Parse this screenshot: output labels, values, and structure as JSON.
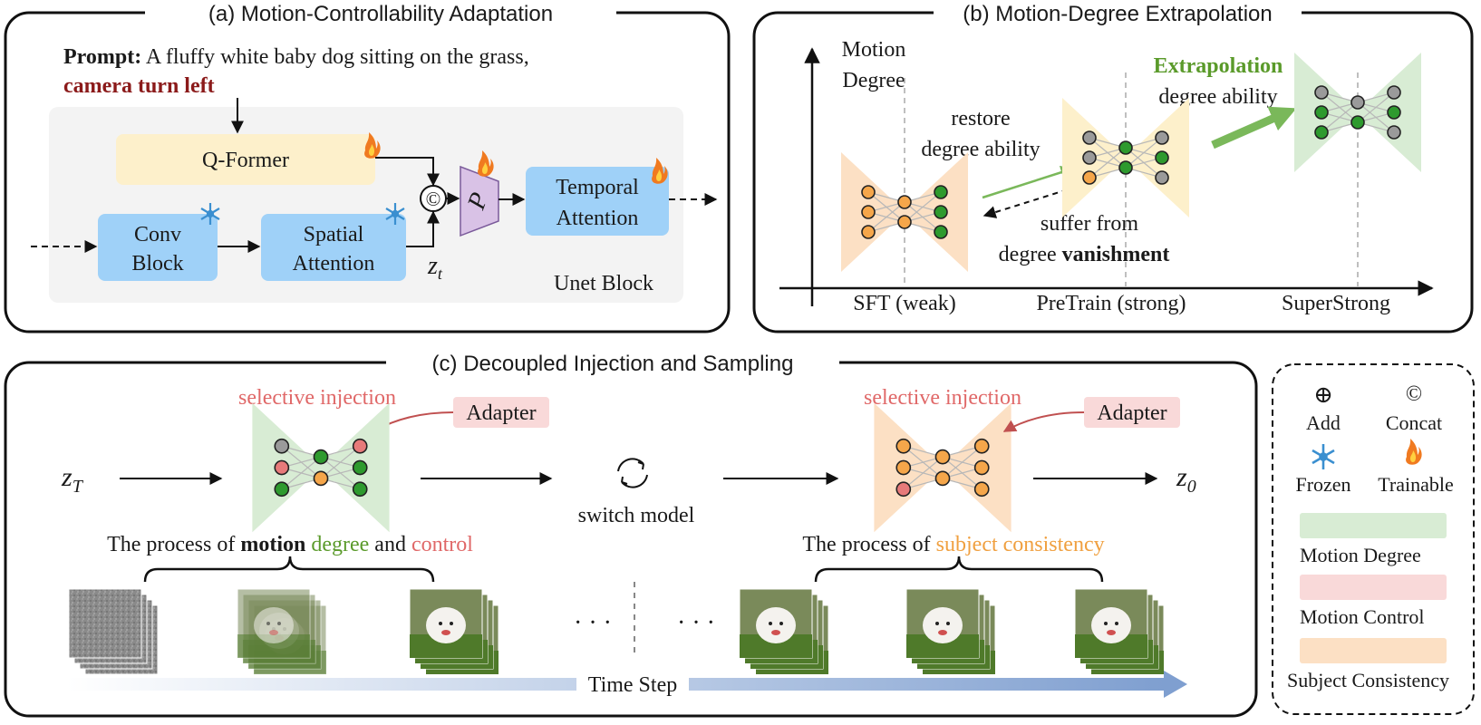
{
  "colors": {
    "green": "#d8ecd4",
    "orange": "#fce0c4",
    "yellow": "#fdf0cb",
    "pink": "#f9d9d9",
    "blue": "#9fd1f8",
    "purple": "#d9c2e6",
    "dark_red": "#8b1a1a",
    "green_text": "#5a9a2a",
    "orange_text": "#f0a040",
    "pink_text": "#e06868"
  },
  "panel_a": {
    "title": "(a) Motion-Controllability Adaptation",
    "prompt_label": "Prompt:",
    "prompt_text": " A fluffy white baby dog sitting on the grass,",
    "prompt_highlight": "camera turn left",
    "qformer": "Q-Former",
    "conv_line1": "Conv",
    "conv_line2": "Block",
    "spatial_line1": "Spatial",
    "spatial_line2": "Attention",
    "temporal_line1": "Temporal",
    "temporal_line2": "Attention",
    "p_label": "P",
    "concat_symbol": "©",
    "zt_label": "z",
    "zt_sub": "t",
    "unet_label": "Unet Block"
  },
  "panel_b": {
    "title": "(b) Motion-Degree Extrapolation",
    "yaxis_line1": "Motion",
    "yaxis_line2": "Degree",
    "x_sft": "SFT (weak)",
    "x_pretrain": "PreTrain (strong)",
    "x_superstrong": "SuperStrong",
    "restore_line1": "restore",
    "restore_line2": "degree ability",
    "suffer_line1": "suffer from",
    "suffer_line2_a": "degree ",
    "suffer_line2_b": "vanishment",
    "extrap_line1": "Extrapolation",
    "extrap_line2": "degree ability"
  },
  "panel_c": {
    "title": "(c) Decoupled Injection and Sampling",
    "selective_left": "selective injection",
    "selective_right": "selective injection",
    "adapter_left": "Adapter",
    "adapter_right": "Adapter",
    "zT_label": "z",
    "zT_sub": "T",
    "z0_label": "z",
    "z0_sub": "0",
    "switch_label": "switch model",
    "left_process_a": "The process of ",
    "left_process_b": "motion",
    "left_process_c": " degree",
    "left_process_d": " and ",
    "left_process_e": "control",
    "right_process_a": "The process of ",
    "right_process_b": "subject consistency",
    "ellipsis_left": "· · ·",
    "ellipsis_right": "· · ·",
    "timestep_label": "Time Step"
  },
  "legend": {
    "add_label": "Add",
    "concat_label": "Concat",
    "frozen_label": "Frozen",
    "trainable_label": "Trainable",
    "add_symbol": "⊕",
    "concat_symbol": "©",
    "motion_degree": "Motion Degree",
    "motion_control": "Motion Control",
    "subject_consistency": "Subject Consistency"
  }
}
